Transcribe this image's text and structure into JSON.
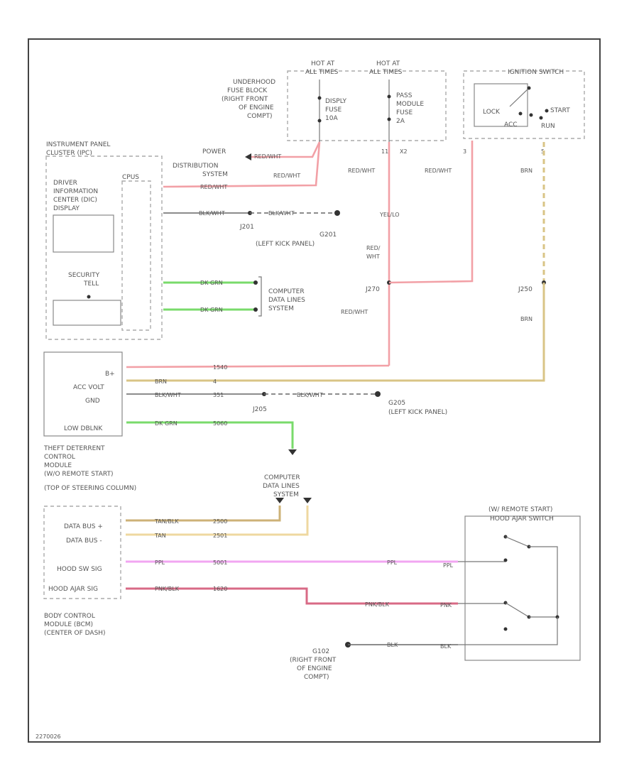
{
  "diagram": {
    "fuse_hot_1": "HOT AT",
    "fuse_hot_1b": "ALL TIMES",
    "fuse_hot_2": "HOT AT",
    "fuse_hot_2b": "ALL TIMES",
    "underhood_fuse_block": [
      "UNDERHOOD",
      "FUSE BLOCK",
      "(RIGHT FRONT",
      "OF ENGINE",
      "COMPT)"
    ],
    "display_fuse": [
      "DISPLY",
      "FUSE",
      "10A"
    ],
    "pass_module_fuse": [
      "PASS",
      "MODULE",
      "FUSE",
      "2A"
    ],
    "ignition_switch": "IGNITION SWITCH",
    "ign_lock": "LOCK",
    "ign_acc": "ACC",
    "ign_run": "RUN",
    "ign_start": "START",
    "ipc_label": [
      "INSTRUMENT PANEL",
      "CLUSTER (IPC)"
    ],
    "dic_label": [
      "DRIVER",
      "INFORMATION",
      "CENTER (DIC)",
      "DISPLAY"
    ],
    "cpu_label": "CPUS",
    "security_label": [
      "SECURITY",
      "TELL"
    ],
    "power_dist": [
      "POWER",
      "DISTRIBUTION",
      "SYSTEM"
    ],
    "data_lines_1": [
      "COMPUTER",
      "DATA LINES",
      "SYSTEM"
    ],
    "data_lines_2": [
      "COMPUTER",
      "DATA LINES",
      "SYSTEM"
    ],
    "g201": "G201",
    "g201_loc": "(LEFT KICK PANEL)",
    "g205": "G205",
    "g205_loc": "(LEFT KICK PANEL)",
    "j201": "J201",
    "j205": "J205",
    "j270": "J270",
    "j250": "J250",
    "g102": [
      "G102",
      "(RIGHT FRONT",
      "OF ENGINE",
      "COMPT)"
    ],
    "tdcm_pins": [
      "B+",
      "ACC VOLT",
      "GND",
      "",
      "LOW DBLNK"
    ],
    "tdcm_label": [
      "THEFT DETERRENT",
      "CONTROL",
      "MODULE",
      "(W/O REMOTE START)",
      "(TOP OF STEERING COLUMN)"
    ],
    "bcm_pins": [
      "DATA BUS +",
      "DATA BUS -",
      "",
      "HOOD SW SIG",
      "",
      "HOOD AJAR SIG"
    ],
    "bcm_label": [
      "BODY CONTROL",
      "MODULE (BCM)",
      "(CENTER OF DASH)"
    ],
    "hood_switch": [
      "(W/ REMOTE START)",
      "HOOD AJAR SWITCH"
    ],
    "pin_nums": [
      "11",
      "X2",
      "3",
      "5"
    ],
    "wire_labels": {
      "red_wht": "RED/WHT",
      "red_wht_2": "RED/WHT",
      "red_wht_3": "RED/WHT",
      "red_wht_4": "RED/WHT",
      "red_wht_5": "RED/WHT",
      "red_wht_6": "RED/WHT",
      "blk_wht": "BLK/WHT",
      "blk_wht_2": "BLK/WHT",
      "blk_wht_3": "BLK/WHT",
      "blk_wht_4": "BLK/WHT",
      "yel_lo": "YEL/LO",
      "red_wht_split": [
        "RED/",
        "WHT"
      ],
      "dk_grn": "DK GRN",
      "dk_grn_2": "DK GRN",
      "dk_grn_3": "DK GRN",
      "brn": "BRN",
      "brn_2": "BRN",
      "brn_3": "BRN",
      "tan_blk": "TAN/BLK",
      "tan": "TAN",
      "ppl": "PPL",
      "ppl_2": "PPL",
      "ppl_3": "PPL",
      "pnk_blk": "PNK/BLK",
      "pnk_blk_2": "PNK/BLK",
      "pnk_blk_3": "PNK",
      "blk": "BLK",
      "blk_2": "BLK"
    },
    "circuit_nums": {
      "c1": "1540",
      "c2": "4",
      "c3": "351",
      "c4": "5060",
      "c5": "2500",
      "c6": "2501",
      "c7": "5001",
      "c8": "1620"
    },
    "footer_code": "2270026"
  }
}
